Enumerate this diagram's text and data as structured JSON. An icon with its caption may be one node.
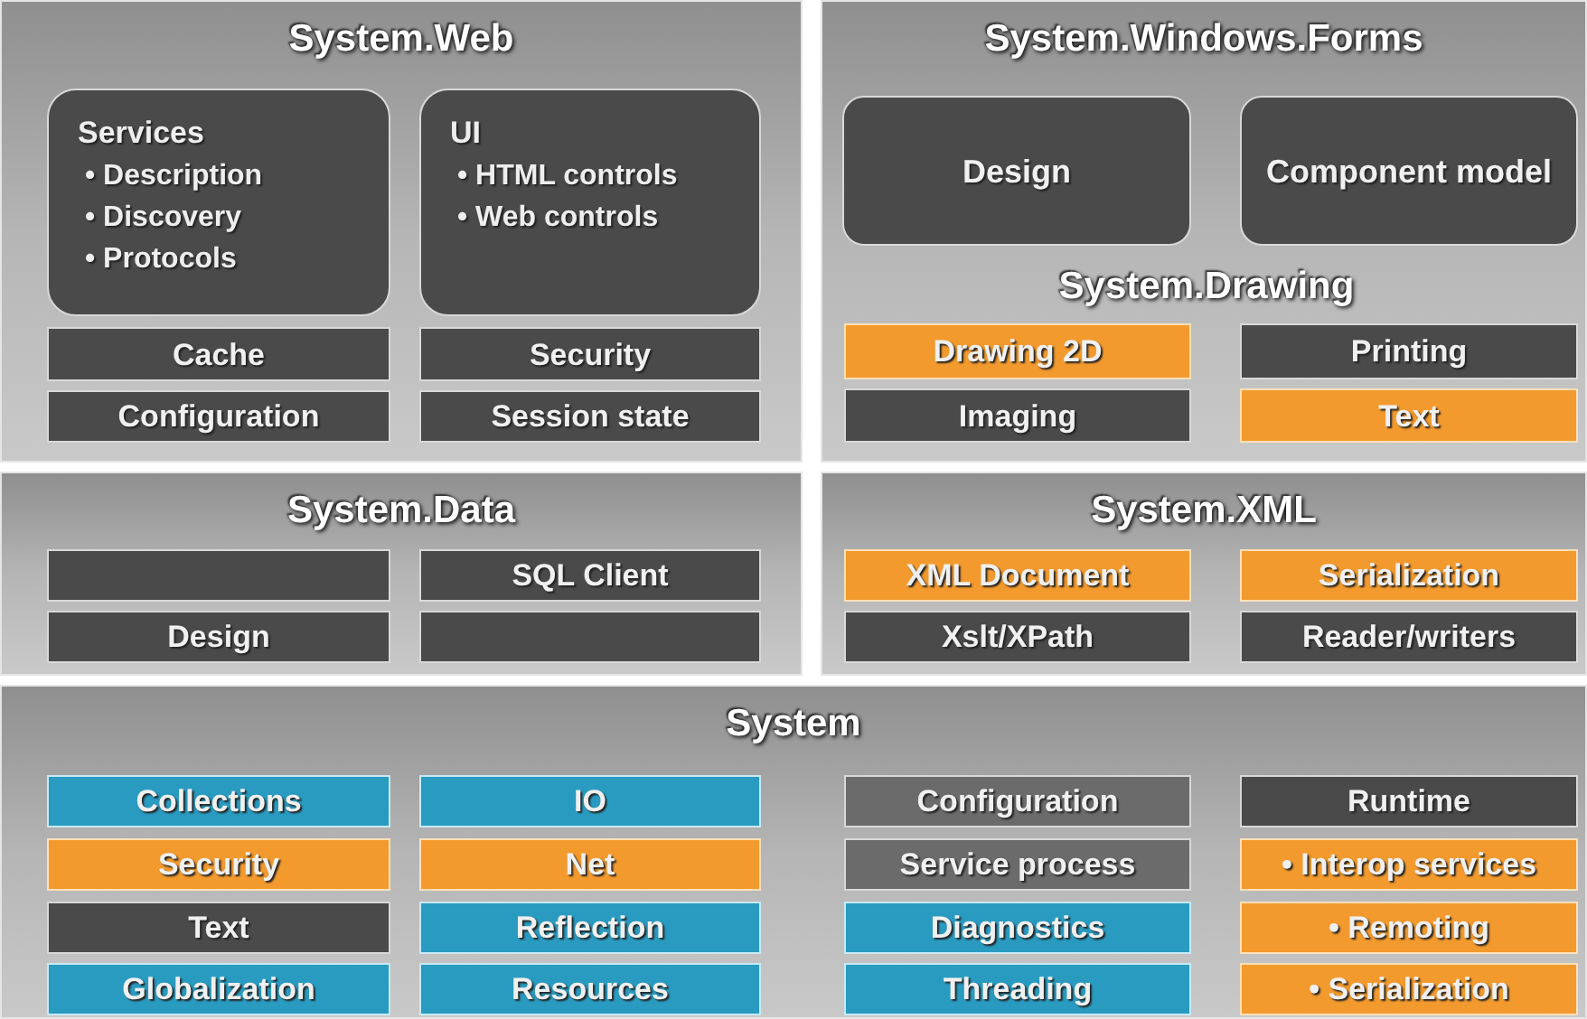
{
  "diagram": {
    "nodes": [
      {
        "text": [
          "System.Web"
        ]
      },
      {
        "text": [
          "Services",
          "• Description",
          "• Discovery",
          "• Protocols"
        ],
        "in": 0
      },
      {
        "text": [
          "UI",
          "• HTML controls",
          "• Web controls"
        ],
        "in": 0
      },
      {
        "text": [
          "Cache"
        ],
        "in": 0
      },
      {
        "text": [
          "Security"
        ],
        "in": 0
      },
      {
        "text": [
          "Configuration"
        ],
        "in": 0
      },
      {
        "text": [
          "Session state"
        ],
        "in": 0
      },
      {
        "text": [
          "System.Windows.Forms"
        ]
      },
      {
        "text": [
          "Design"
        ],
        "in": 7
      },
      {
        "text": [
          "Component model"
        ],
        "in": 7
      },
      {
        "text": [
          "System.Drawing"
        ],
        "in": 7
      },
      {
        "text": [
          "Drawing 2D"
        ],
        "in": 10
      },
      {
        "text": [
          "Printing"
        ],
        "in": 10
      },
      {
        "text": [
          "Imaging"
        ],
        "in": 10
      },
      {
        "text": [
          "Text"
        ],
        "in": 10
      },
      {
        "text": [
          "System.Data"
        ]
      },
      {
        "text": [],
        "shape": "box",
        "in": 15
      },
      {
        "text": [
          "SQL Client"
        ],
        "in": 15
      },
      {
        "text": [
          "Design"
        ],
        "in": 15
      },
      {
        "text": [],
        "shape": "box",
        "in": 15
      },
      {
        "text": [
          "System.XML"
        ]
      },
      {
        "text": [
          "XML Document"
        ],
        "in": 20
      },
      {
        "text": [
          "Serialization"
        ],
        "in": 20
      },
      {
        "text": [
          "Xslt/XPath"
        ],
        "in": 20
      },
      {
        "text": [
          "Reader/writers"
        ],
        "in": 20
      },
      {
        "text": [
          "System"
        ]
      },
      {
        "text": [
          "Collections"
        ],
        "in": 25
      },
      {
        "text": [
          "IO"
        ],
        "in": 25
      },
      {
        "text": [
          "Configuration"
        ],
        "in": 25
      },
      {
        "text": [
          "Runtime"
        ],
        "in": 25
      },
      {
        "text": [
          "Security"
        ],
        "in": 25
      },
      {
        "text": [
          "Net"
        ],
        "in": 25
      },
      {
        "text": [
          "Service process"
        ],
        "in": 25
      },
      {
        "text": [
          "• Interop services"
        ],
        "in": 25
      },
      {
        "text": [
          "Text"
        ],
        "in": 25
      },
      {
        "text": [
          "Reflection"
        ],
        "in": 25
      },
      {
        "text": [
          "Diagnostics"
        ],
        "in": 25
      },
      {
        "text": [
          "• Remoting"
        ],
        "in": 25
      },
      {
        "text": [
          "Globalization"
        ],
        "in": 25
      },
      {
        "text": [
          "Resources"
        ],
        "in": 25
      },
      {
        "text": [
          "Threading"
        ],
        "in": 25
      },
      {
        "text": [
          "• Serialization"
        ],
        "in": 25
      }
    ]
  }
}
